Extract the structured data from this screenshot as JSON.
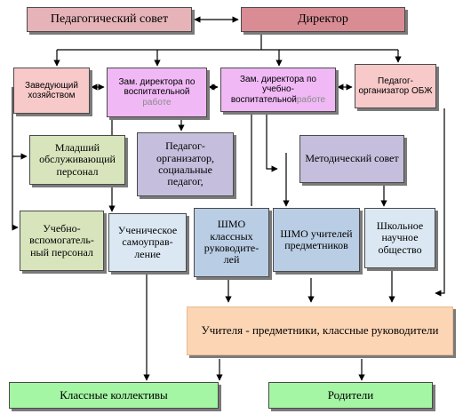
{
  "nodes": {
    "ped_council": "Педагогический совет",
    "director": "Директор",
    "housekeeping": "Заведующий хозяйством",
    "deputy_edu_line1": "Зам. директора по воспитательной",
    "deputy_edu_line2": "работе",
    "deputy_uvr_line1": "Зам. директора по учебно-воспитательной",
    "deputy_uvr_line2": "работе",
    "obzh": "Педагог-организатор ОБЖ",
    "junior_staff": "Младший обслуживающий персонал",
    "ped_org_social": "Педагог-организатор, социальные педагог,",
    "method_council": "Методический совет",
    "support_staff": "Учебно-вспомогатель-ный персонал",
    "student_gov": "Ученическое самоуправ-ление",
    "shmo_class": "ШМО классных руководите-лей",
    "shmo_teachers": "ШМО учителей предметников",
    "school_society": "Школьное научное общество",
    "teachers": "Учителя - предметники, классные  руководители",
    "class_collectives": "Классные коллективы",
    "parents": "Родители"
  },
  "colors": {
    "pink": "#e6b3b8",
    "director": "#d98c94",
    "light_pink": "#f7c9c9",
    "violet": "#f0b8f5",
    "olive": "#d7e4bc",
    "lavender": "#c5bedc",
    "light_blue": "#dbe8f3",
    "steel_blue": "#b9cde4",
    "peach": "#fcd5b4",
    "green": "#a4f5a4"
  }
}
